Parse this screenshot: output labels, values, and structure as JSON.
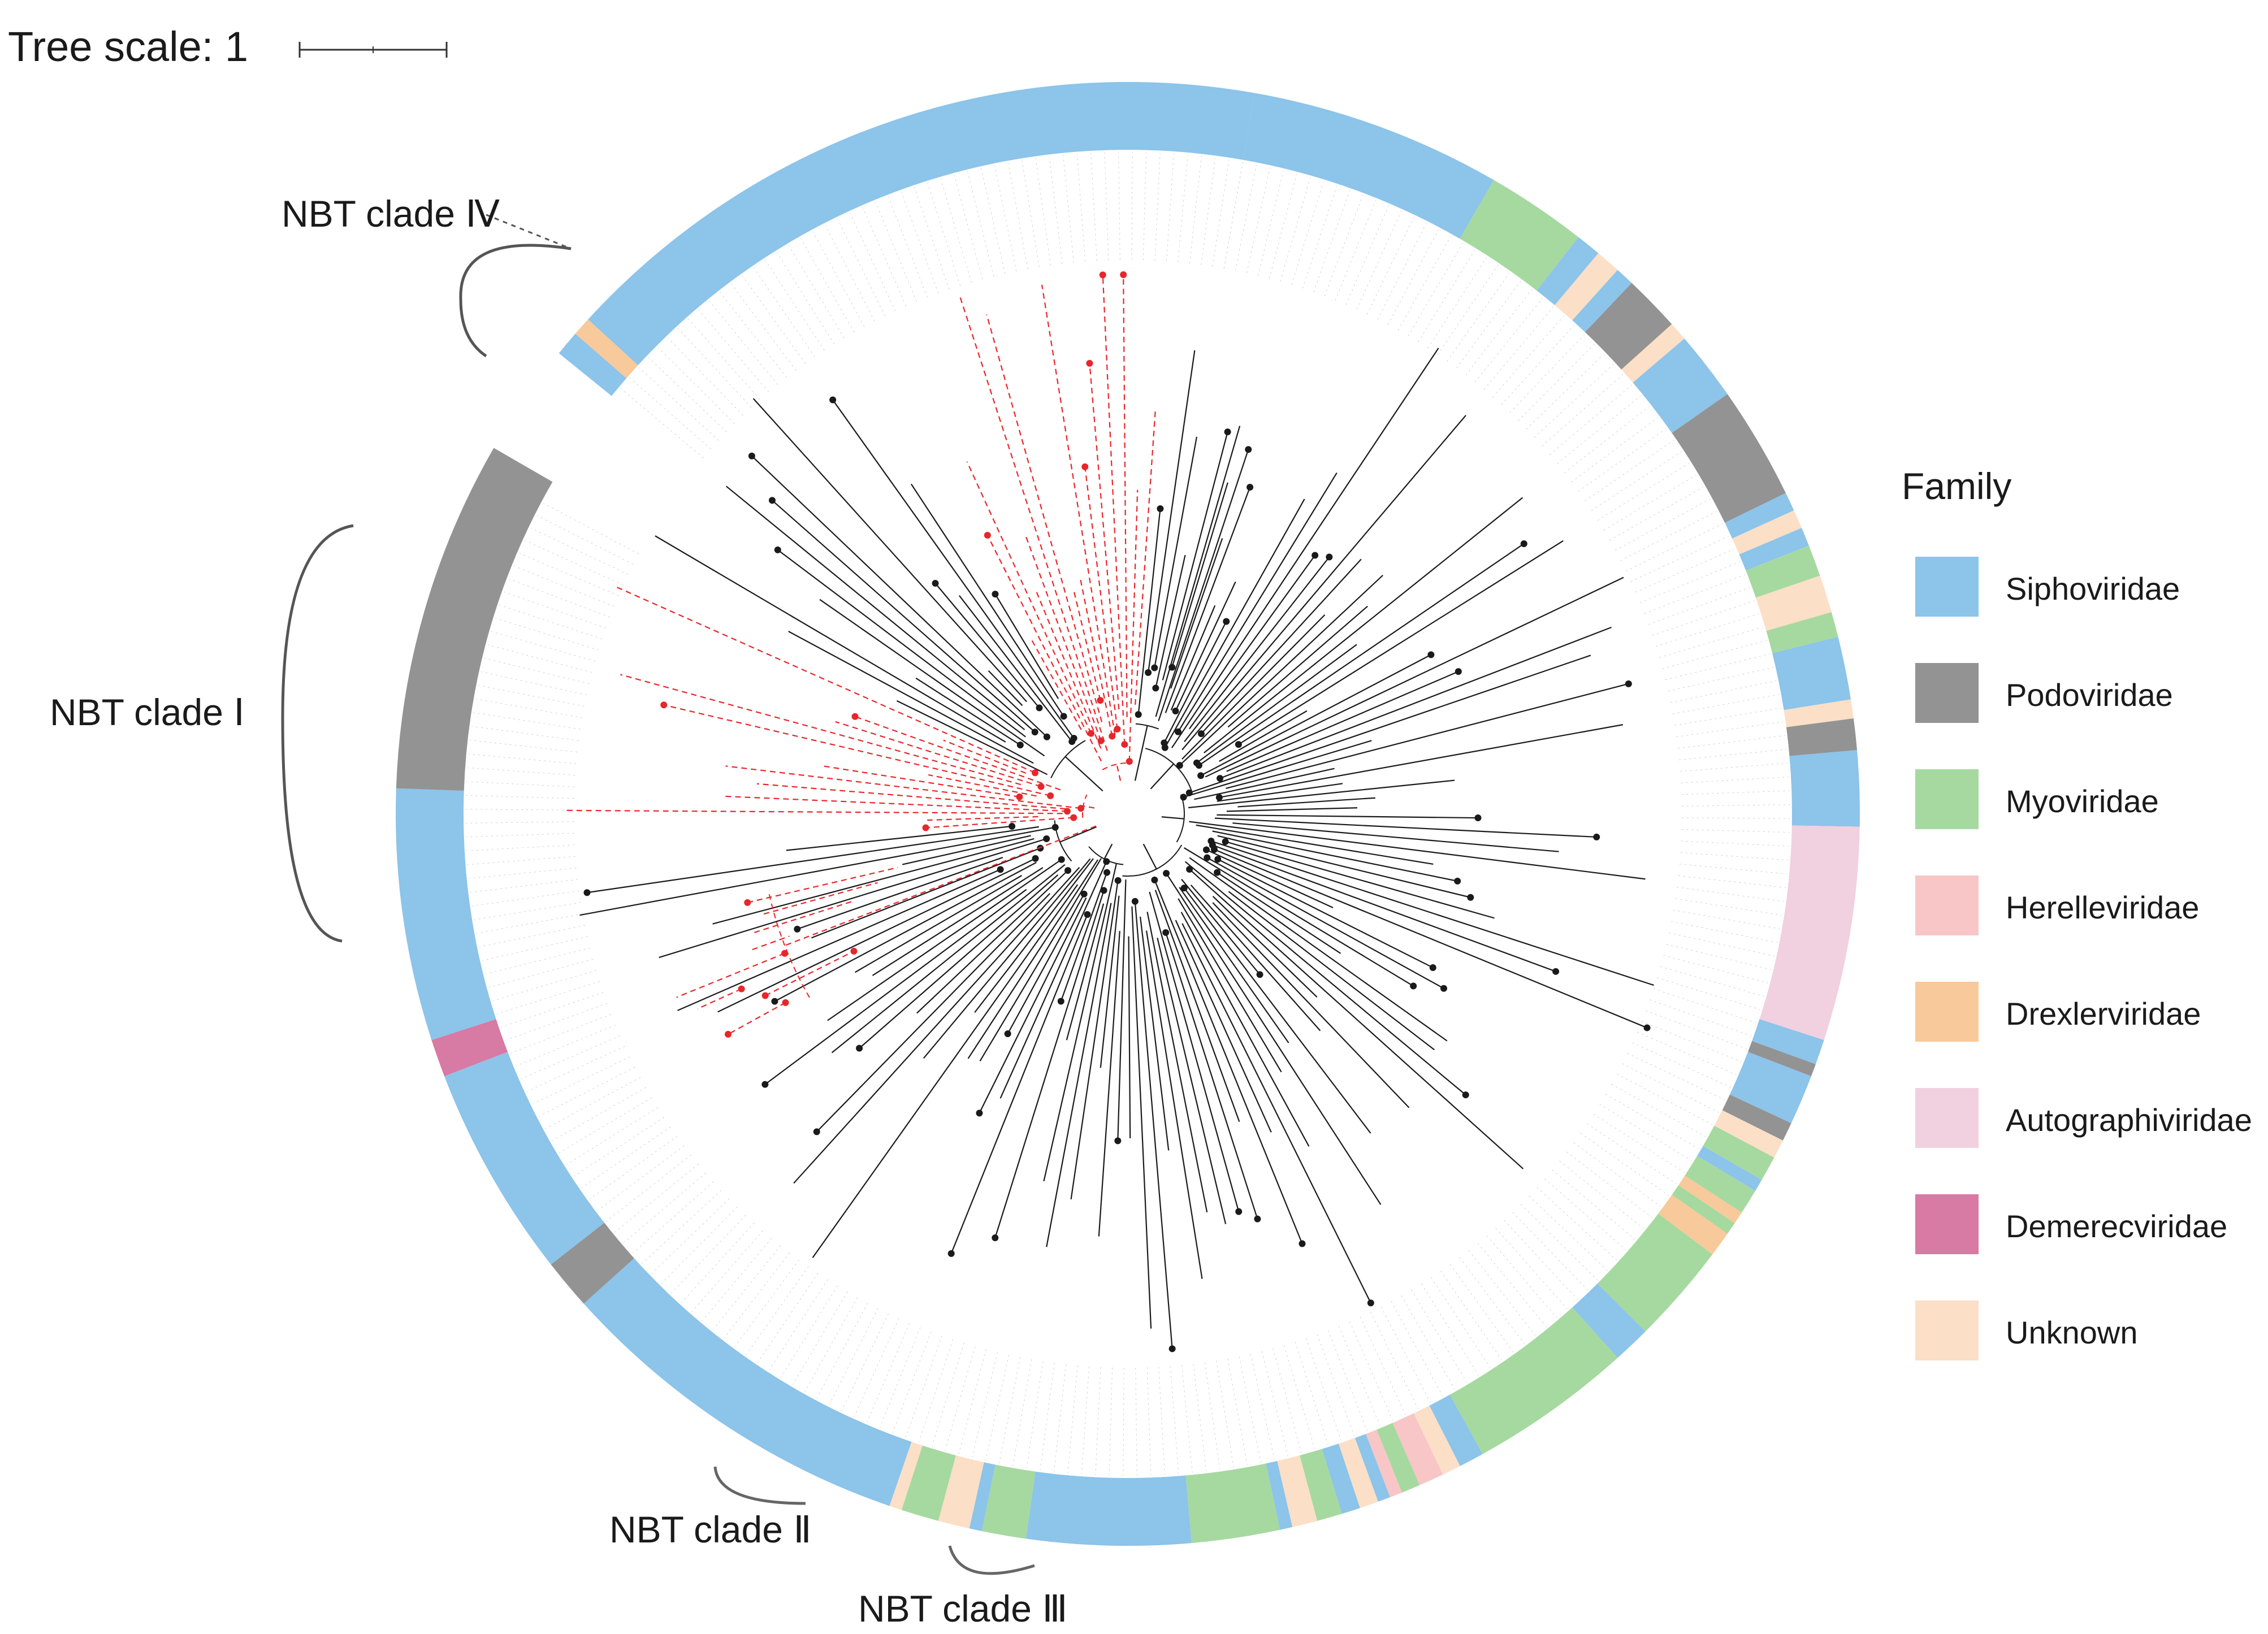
{
  "tree_scale": {
    "label": "Tree scale: 1"
  },
  "legend": {
    "title": "Family",
    "items": [
      {
        "name": "Siphoviridae",
        "color": "#8cc4ea"
      },
      {
        "name": "Podoviridae",
        "color": "#939393"
      },
      {
        "name": "Myoviridae",
        "color": "#a6d9a0"
      },
      {
        "name": "Herelleviridae",
        "color": "#f8c6c6"
      },
      {
        "name": "Drexlerviridae",
        "color": "#f8c99a"
      },
      {
        "name": "Autographiviridae",
        "color": "#f1d0df"
      },
      {
        "name": "Demerecviridae",
        "color": "#d77aa4"
      },
      {
        "name": "Unknown",
        "color": "#fbdfc6"
      }
    ]
  },
  "clades": [
    {
      "id": "I",
      "label": "NBT clade Ⅰ"
    },
    {
      "id": "II",
      "label": "NBT clade Ⅱ"
    },
    {
      "id": "III",
      "label": "NBT clade Ⅲ"
    },
    {
      "id": "IV",
      "label": "NBT clade Ⅳ"
    }
  ],
  "colors": {
    "branch": "#1a1a1a",
    "nbt_branch": "#e8262b",
    "nbt_leaf_text": "#e8262b"
  },
  "ring_sectors": [
    {
      "from": 0,
      "to": 20,
      "family": "Siphoviridae"
    },
    {
      "from": 20,
      "to": 28,
      "family": "Myoviridae"
    },
    {
      "from": 28,
      "to": 30,
      "family": "Siphoviridae"
    },
    {
      "from": 30,
      "to": 32,
      "family": "Unknown"
    },
    {
      "from": 32,
      "to": 33.5,
      "family": "Siphoviridae"
    },
    {
      "from": 33.5,
      "to": 38,
      "family": "Podoviridae"
    },
    {
      "from": 38,
      "to": 39.5,
      "family": "Unknown"
    },
    {
      "from": 39.5,
      "to": 45,
      "family": "Siphoviridae"
    },
    {
      "from": 45,
      "to": 54,
      "family": "Podoviridae"
    },
    {
      "from": 54,
      "to": 55.5,
      "family": "Siphoviridae"
    },
    {
      "from": 55.5,
      "to": 57,
      "family": "Unknown"
    },
    {
      "from": 57,
      "to": 58.5,
      "family": "Siphoviridae"
    },
    {
      "from": 58.5,
      "to": 61,
      "family": "Myoviridae"
    },
    {
      "from": 61,
      "to": 64,
      "family": "Unknown"
    },
    {
      "from": 64,
      "to": 66,
      "family": "Myoviridae"
    },
    {
      "from": 66,
      "to": 71,
      "family": "Siphoviridae"
    },
    {
      "from": 71,
      "to": 72.5,
      "family": "Unknown"
    },
    {
      "from": 72.5,
      "to": 75,
      "family": "Podoviridae"
    },
    {
      "from": 75,
      "to": 81,
      "family": "Siphoviridae"
    },
    {
      "from": 81,
      "to": 98,
      "family": "Autographiviridae"
    },
    {
      "from": 98,
      "to": 100,
      "family": "Siphoviridae"
    },
    {
      "from": 100,
      "to": 101,
      "family": "Podoviridae"
    },
    {
      "from": 101,
      "to": 105,
      "family": "Siphoviridae"
    },
    {
      "from": 105,
      "to": 106.5,
      "family": "Podoviridae"
    },
    {
      "from": 106.5,
      "to": 108,
      "family": "Unknown"
    },
    {
      "from": 108,
      "to": 110,
      "family": "Myoviridae"
    },
    {
      "from": 110,
      "to": 111,
      "family": "Siphoviridae"
    },
    {
      "from": 111,
      "to": 113,
      "family": "Myoviridae"
    },
    {
      "from": 113,
      "to": 114,
      "family": "Drexlerviridae"
    },
    {
      "from": 114,
      "to": 115,
      "family": "Myoviridae"
    },
    {
      "from": 115,
      "to": 117,
      "family": "Drexlerviridae"
    },
    {
      "from": 117,
      "to": 125,
      "family": "Myoviridae"
    },
    {
      "from": 125,
      "to": 128,
      "family": "Siphoviridae"
    },
    {
      "from": 128,
      "to": 141,
      "family": "Myoviridae"
    },
    {
      "from": 141,
      "to": 143,
      "family": "Siphoviridae"
    },
    {
      "from": 143,
      "to": 144.5,
      "family": "Unknown"
    },
    {
      "from": 144.5,
      "to": 146.5,
      "family": "Herelleviridae"
    },
    {
      "from": 146.5,
      "to": 148,
      "family": "Myoviridae"
    },
    {
      "from": 148,
      "to": 149,
      "family": "Herelleviridae"
    },
    {
      "from": 149,
      "to": 150,
      "family": "Siphoviridae"
    },
    {
      "from": 150,
      "to": 151.5,
      "family": "Unknown"
    },
    {
      "from": 151.5,
      "to": 153,
      "family": "Siphoviridae"
    },
    {
      "from": 153,
      "to": 155,
      "family": "Myoviridae"
    },
    {
      "from": 155,
      "to": 157,
      "family": "Unknown"
    },
    {
      "from": 157,
      "to": 158,
      "family": "Siphoviridae"
    },
    {
      "from": 158,
      "to": 165,
      "family": "Myoviridae"
    },
    {
      "from": 165,
      "to": 178,
      "family": "Siphoviridae"
    },
    {
      "from": 178,
      "to": 181.5,
      "family": "Myoviridae"
    },
    {
      "from": 181.5,
      "to": 182.5,
      "family": "Siphoviridae"
    },
    {
      "from": 182.5,
      "to": 185,
      "family": "Unknown"
    },
    {
      "from": 185,
      "to": 188,
      "family": "Myoviridae"
    },
    {
      "from": 188,
      "to": 189,
      "family": "Unknown"
    },
    {
      "from": 189,
      "to": 218,
      "family": "Siphoviridae"
    },
    {
      "from": 218,
      "to": 222,
      "family": "Podoviridae"
    },
    {
      "from": 222,
      "to": 239,
      "family": "Siphoviridae"
    },
    {
      "from": 239,
      "to": 242,
      "family": "Demerecviridae"
    },
    {
      "from": 242,
      "to": 262,
      "family": "Siphoviridae"
    },
    {
      "from": 262,
      "to": 290,
      "family": "Podoviridae"
    },
    {
      "from": 299,
      "to": 301,
      "family": "Siphoviridae"
    },
    {
      "from": 301,
      "to": 302.5,
      "family": "Drexlerviridae"
    },
    {
      "from": 302.5,
      "to": 360,
      "family": "Siphoviridae"
    }
  ]
}
